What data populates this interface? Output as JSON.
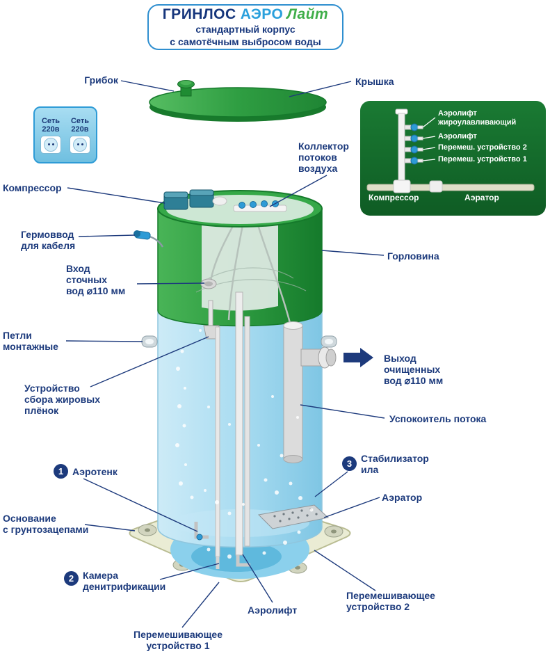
{
  "title": {
    "brand_main": "ГРИНЛОС",
    "brand_aero": "АЭРО",
    "brand_light": "Лайт",
    "subtitle_line1": "стандартный корпус",
    "subtitle_line2": "с самотёчным выбросом воды"
  },
  "power_box": {
    "outlet1_label": "Сеть\n220в",
    "outlet2_label": "Сеть\n220в"
  },
  "badges": {
    "aerotenk": "1",
    "kamera": "2",
    "stabilizator": "3"
  },
  "labels": {
    "gribok": "Грибок",
    "kryshka": "Крышка",
    "kompressor": "Компрессор",
    "germovvod": "Гермоввод\nдля кабеля",
    "vhod": "Вход\nсточных\nвод ⌀110 мм",
    "petli": "Петли\nмонтажные",
    "ustroystvo_sbora": "Устройство\nсбора жировых\nплёнок",
    "kollektor": "Коллектор\nпотоков\nвоздуха",
    "gorlovina": "Горловина",
    "vyhod": "Выход\nочищенных\nвод ⌀110 мм",
    "uspokoitel": "Успокоитель потока",
    "aerotenk": "Аэротенк",
    "stabilizator": "Стабилизатор\nила",
    "aerator": "Аэратор",
    "osnovanie": "Основание\nс грунтозацепами",
    "kamera": "Камера\nденитрификации",
    "aerolift": "Аэролифт",
    "peremesh2": "Перемешивающее\nустройство 2",
    "peremesh1": "Перемешивающее\nустройство 1"
  },
  "inset": {
    "aerolift_grease": "Аэролифт\nжироулавливающий",
    "aerolift": "Аэролифт",
    "peremesh2": "Перемеш. устройство 2",
    "peremesh1": "Перемеш. устройство 1",
    "kompressor": "Компрессор",
    "aerator": "Аэратор"
  },
  "colors": {
    "label_text": "#1c3a7c",
    "accent_blue": "#2e9bd6",
    "tank_green": "#2f9e42",
    "water_blue": "#a9dcf1",
    "inset_bg": "#15682b"
  }
}
